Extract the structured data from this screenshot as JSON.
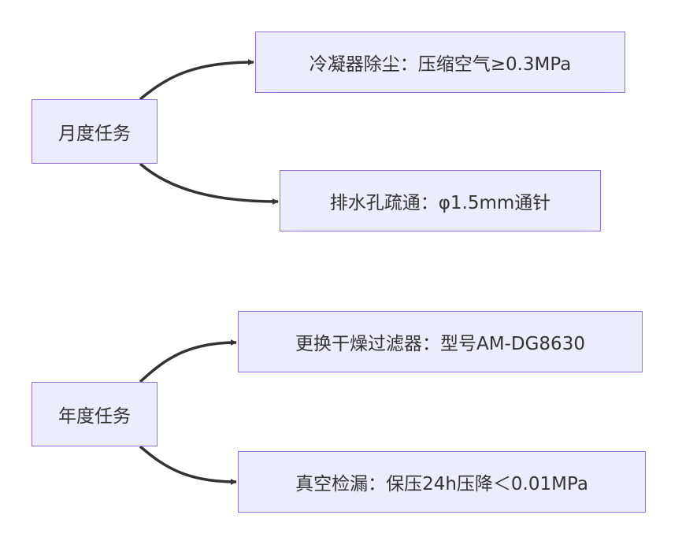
{
  "diagram": {
    "type": "flowchart",
    "direction": "left-to-right",
    "nodes": {
      "monthly": "月度任务",
      "condenser": "冷凝器除尘：压缩空气≥0.3MPa",
      "drain": "排水孔疏通：φ1.5mm通针",
      "yearly": "年度任务",
      "filter": "更换干燥过滤器：型号AM-DG8630",
      "vacuum": "真空检漏：保压24h压降＜0.01MPa"
    },
    "edges": [
      {
        "from": "monthly",
        "to": "condenser"
      },
      {
        "from": "monthly",
        "to": "drain"
      },
      {
        "from": "yearly",
        "to": "filter"
      },
      {
        "from": "yearly",
        "to": "vacuum"
      }
    ],
    "colors": {
      "node_fill": "#ECECFF",
      "node_border": "#9370DB",
      "edge": "#333333",
      "text": "#333333"
    }
  }
}
